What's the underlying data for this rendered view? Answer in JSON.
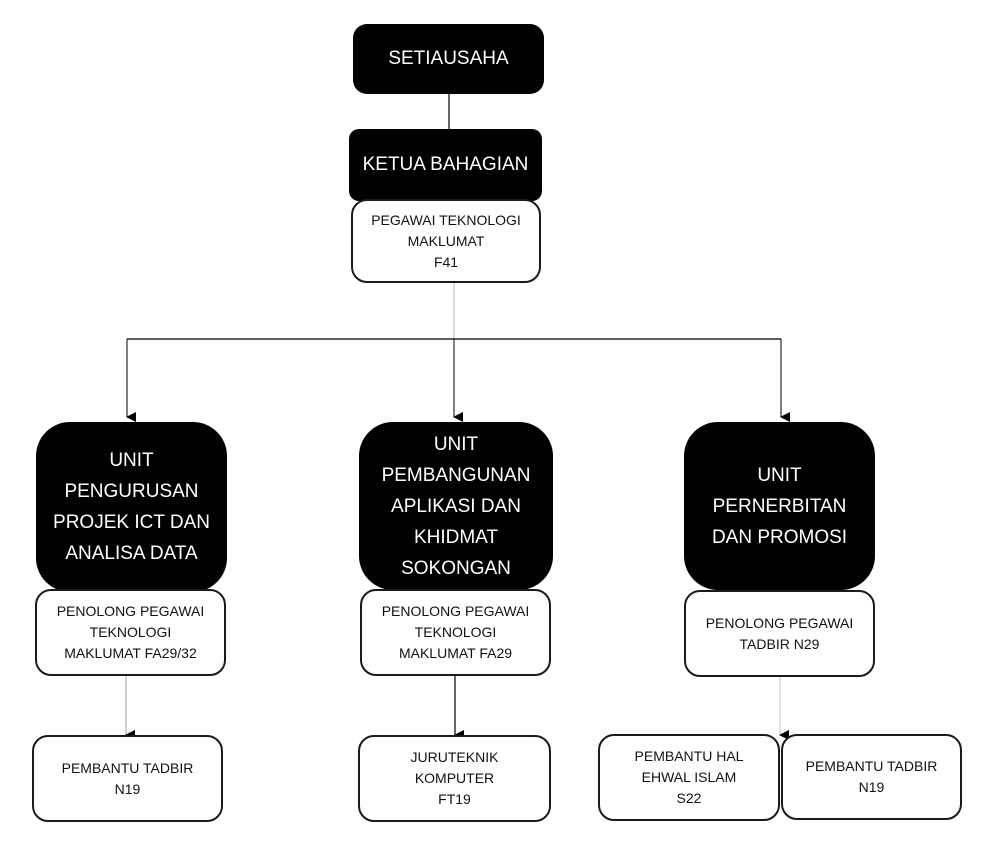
{
  "org_chart": {
    "root": {
      "title": "SETIAUSAHA"
    },
    "head": {
      "title": "KETUA BAHAGIAN",
      "officer": "PEGAWAI TEKNOLOGI\nMAKLUMAT\nF41"
    },
    "units": [
      {
        "title": "UNIT\nPENGURUSAN\nPROJEK ICT DAN\nANALISA DATA",
        "officer": "PENOLONG PEGAWAI\nTEKNOLOGI\nMAKLUMAT FA29/32",
        "staff": [
          "PEMBANTU TADBIR\nN19"
        ]
      },
      {
        "title": "UNIT\nPEMBANGUNAN\nAPLIKASI DAN\nKHIDMAT\nSOKONGAN",
        "officer": "PENOLONG PEGAWAI\nTEKNOLOGI\nMAKLUMAT FA29",
        "staff": [
          "JURUTEKNIK\nKOMPUTER\nFT19"
        ]
      },
      {
        "title": "UNIT\nPERNERBITAN\nDAN PROMOSI",
        "officer": "PENOLONG PEGAWAI\nTADBIR N29",
        "staff": [
          "PEMBANTU HAL\nEHWAL ISLAM\nS22",
          "PEMBANTU TADBIR\nN19"
        ]
      }
    ]
  },
  "colors": {
    "unit_fill": "#000000",
    "unit_text": "#ffffff",
    "role_border": "#1a1a1a",
    "connector": "#000000",
    "faint_connector": "#9a9a9a"
  }
}
